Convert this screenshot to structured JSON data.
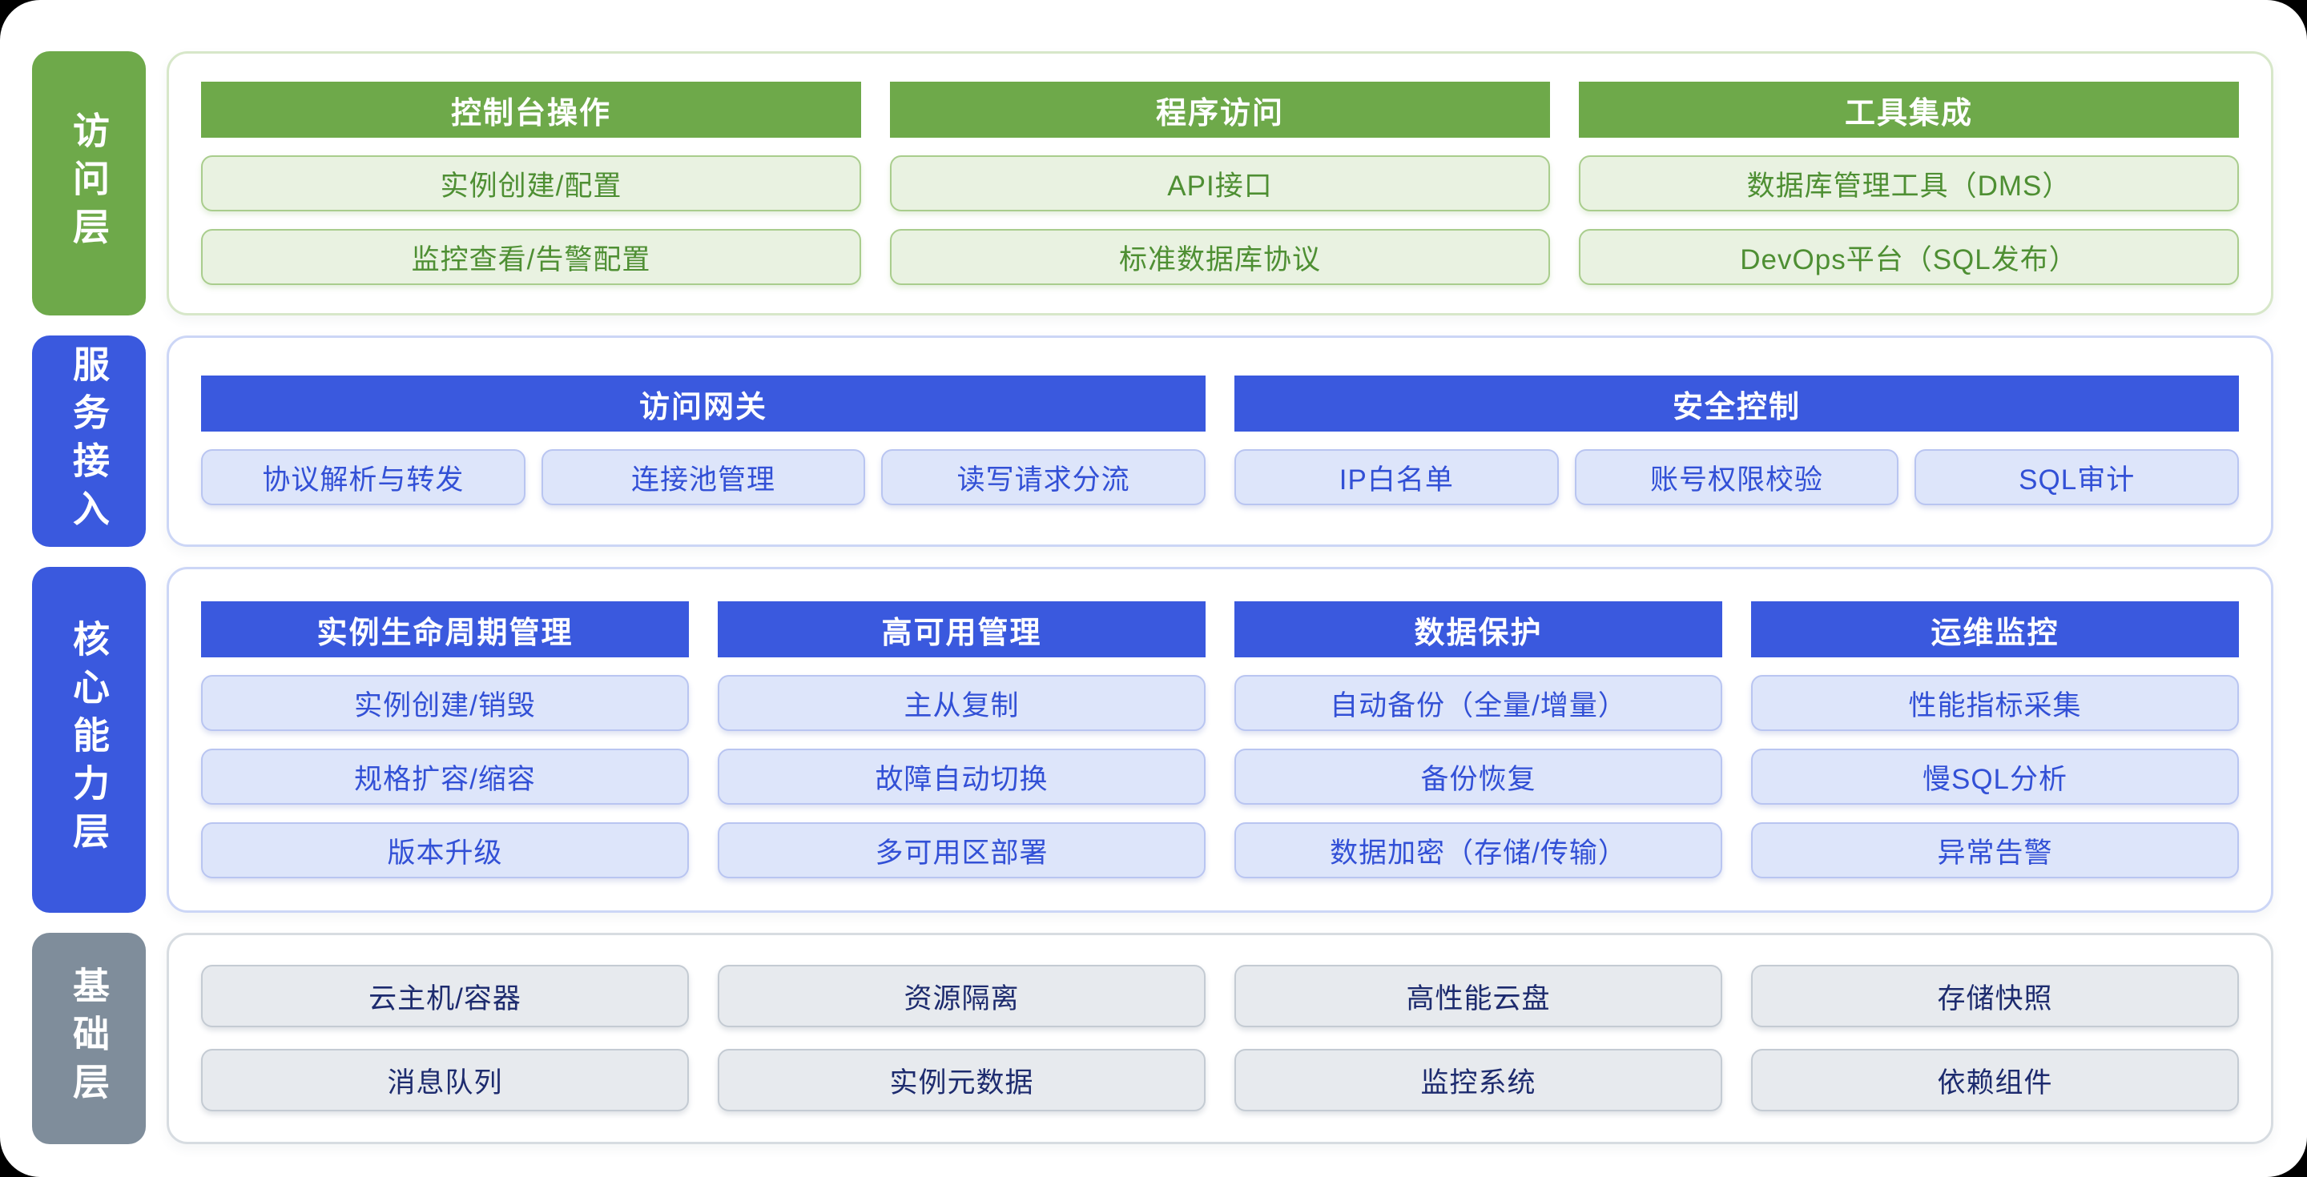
{
  "colors": {
    "background": "#000000",
    "page": "#ffffff",
    "green_accent": "#6ea94a",
    "green_item_bg": "#e9f2e1",
    "green_item_border": "#a9cd8d",
    "green_item_text": "#4e8f33",
    "blue_accent": "#3a59de",
    "blue_item_bg": "#dde5fa",
    "blue_item_border": "#b9c5f1",
    "blue_item_text": "#3250d6",
    "gray_accent": "#7f8d9b",
    "gray_item_bg": "#e7eaee",
    "gray_item_border": "#c4cbd3",
    "gray_item_text": "#1d2b6e"
  },
  "layers": [
    {
      "sidebar_label": "访问层",
      "columns": [
        {
          "header": "控制台操作",
          "items": [
            "实例创建/配置",
            "监控查看/告警配置"
          ]
        },
        {
          "header": "程序访问",
          "items": [
            "API接口",
            "标准数据库协议"
          ]
        },
        {
          "header": "工具集成",
          "items": [
            "数据库管理工具（DMS）",
            "DevOps平台（SQL发布）"
          ]
        }
      ]
    },
    {
      "sidebar_label": "服务接入",
      "columns": [
        {
          "header": "访问网关",
          "items": [
            "协议解析与转发",
            "连接池管理",
            "读写请求分流"
          ]
        },
        {
          "header": "安全控制",
          "items": [
            "IP白名单",
            "账号权限校验",
            "SQL审计"
          ]
        }
      ]
    },
    {
      "sidebar_label": "核心能力层",
      "columns": [
        {
          "header": "实例生命周期管理",
          "items": [
            "实例创建/销毁",
            "规格扩容/缩容",
            "版本升级"
          ]
        },
        {
          "header": "高可用管理",
          "items": [
            "主从复制",
            "故障自动切换",
            "多可用区部署"
          ]
        },
        {
          "header": "数据保护",
          "items": [
            "自动备份（全量/增量）",
            "备份恢复",
            "数据加密（存储/传输）"
          ]
        },
        {
          "header": "运维监控",
          "items": [
            "性能指标采集",
            "慢SQL分析",
            "异常告警"
          ]
        }
      ]
    },
    {
      "sidebar_label": "基础层",
      "rows": [
        [
          "云主机/容器",
          "资源隔离",
          "高性能云盘",
          "存储快照"
        ],
        [
          "消息队列",
          "实例元数据",
          "监控系统",
          "依赖组件"
        ]
      ]
    }
  ]
}
